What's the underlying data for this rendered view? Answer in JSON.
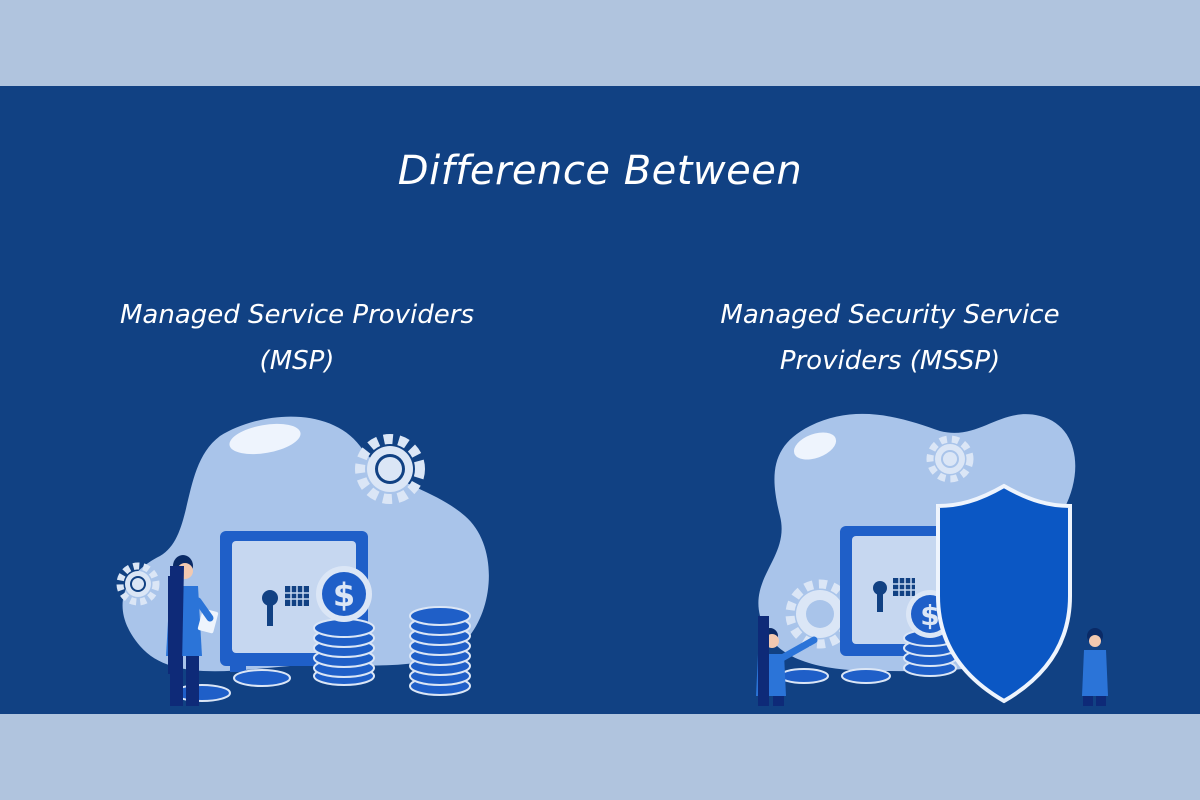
{
  "header": {
    "title": "Difference Between"
  },
  "columns": [
    {
      "line1": "Managed Service Providers",
      "line2": "(MSP)"
    },
    {
      "line1": "Managed Security Service",
      "line2": "Providers (MSSP)"
    }
  ],
  "colors": {
    "background_band": "#b0c4de",
    "panel": "#114183",
    "blob": "#a9c4ea",
    "accent_blue": "#1f5fc8",
    "shield": "#0b57c4",
    "text": "#ffffff"
  },
  "icons": [
    "gear-icon",
    "safe-icon",
    "dollar-coin-icon",
    "coin-stack-icon",
    "shield-icon",
    "person-icon"
  ]
}
